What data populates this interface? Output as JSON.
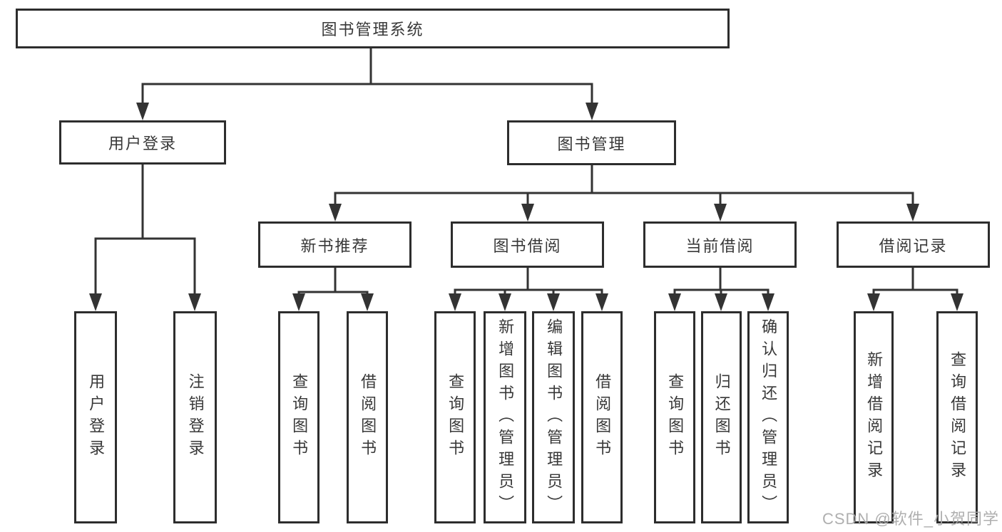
{
  "nodes": {
    "root": "图书管理系统",
    "user_login": "用户登录",
    "book_mgmt": "图书管理",
    "new_book_rec": "新书推荐",
    "book_borrow": "图书借阅",
    "current_borrow": "当前借阅",
    "borrow_record": "借阅记录",
    "leaf_user_login": "用户登录",
    "leaf_logout": "注销登录",
    "rec_query_book": "查询图书",
    "rec_borrow_book": "借阅图书",
    "bb_query_book": "查询图书",
    "bb_add_book": "新增图书（管理员）",
    "bb_edit_book": "编辑图书（管理员）",
    "bb_borrow_book": "借阅图书",
    "cur_query_book": "查询图书",
    "cur_return_book": "归还图书",
    "cur_confirm_return": "确认归还（管理员）",
    "br_add_record": "新增借阅记录",
    "br_query_record": "查询借阅记录"
  },
  "hierarchy": {
    "图书管理系统": {
      "用户登录": [
        "用户登录",
        "注销登录"
      ],
      "图书管理": {
        "新书推荐": [
          "查询图书",
          "借阅图书"
        ],
        "图书借阅": [
          "查询图书",
          "新增图书（管理员）",
          "编辑图书（管理员）",
          "借阅图书"
        ],
        "当前借阅": [
          "查询图书",
          "归还图书",
          "确认归还（管理员）"
        ],
        "借阅记录": [
          "新增借阅记录",
          "查询借阅记录"
        ]
      }
    }
  },
  "watermark": {
    "text": "CSDN @软件_小贺同学"
  },
  "colors": {
    "line": "#333333",
    "box_border": "#2d2d2d",
    "text": "#383838",
    "watermark": "#a8a8a8",
    "background": "#ffffff"
  }
}
